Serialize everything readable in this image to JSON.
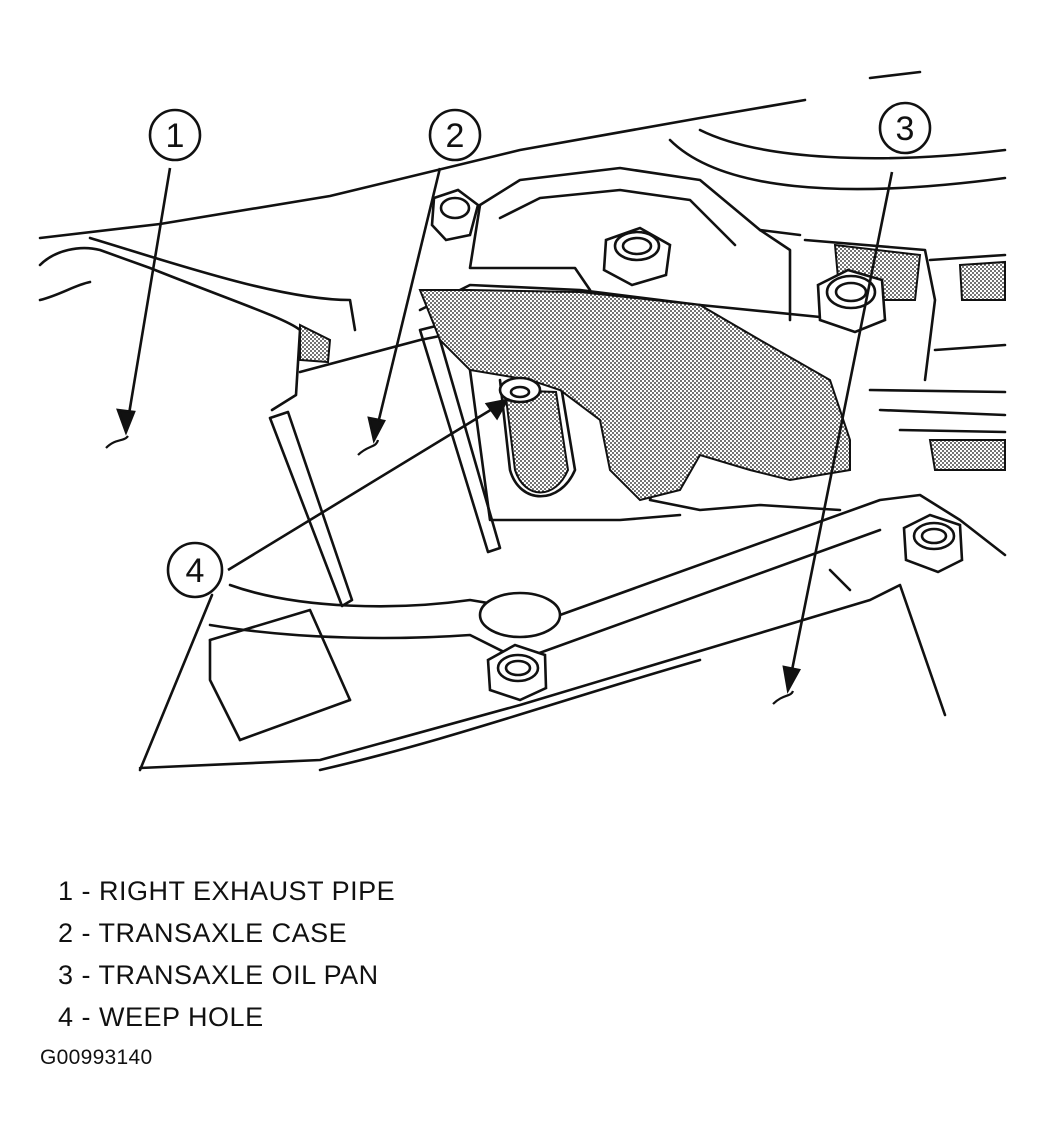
{
  "callouts": [
    {
      "number": "1",
      "label": "RIGHT EXHAUST PIPE"
    },
    {
      "number": "2",
      "label": "TRANSAXLE CASE"
    },
    {
      "number": "3",
      "label": "TRANSAXLE OIL PAN"
    },
    {
      "number": "4",
      "label": "WEEP HOLE"
    }
  ],
  "legend_separator": " - ",
  "figure_id": "G00993140",
  "colors": {
    "ink": "#111111",
    "shading": "#8a8a8a",
    "background": "#ffffff"
  }
}
